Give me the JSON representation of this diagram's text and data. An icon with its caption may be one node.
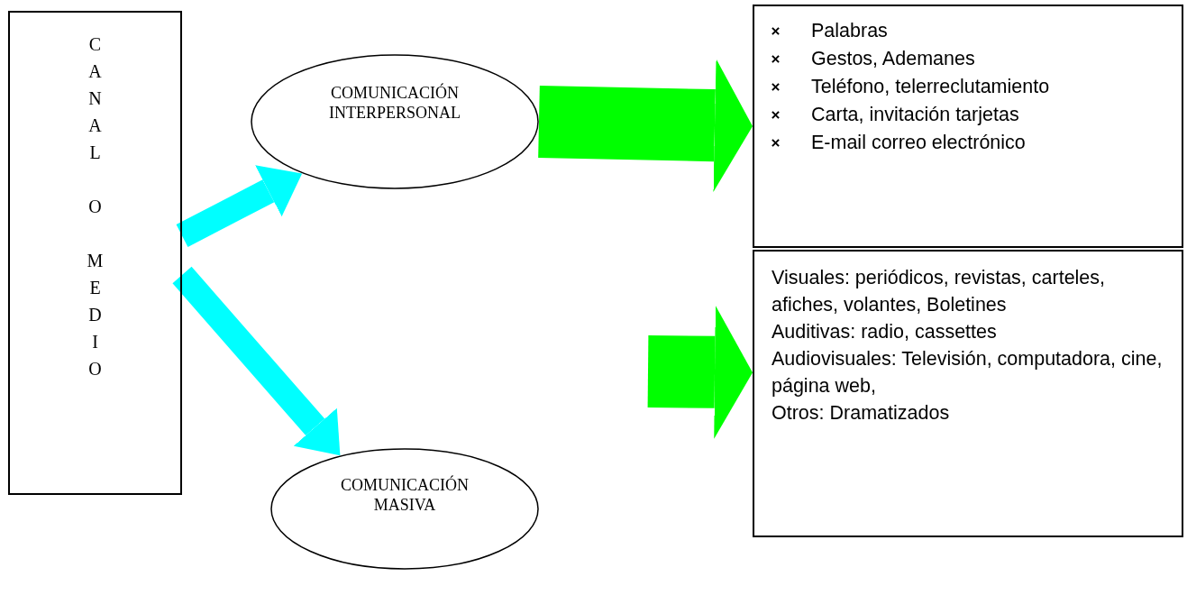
{
  "diagram": {
    "nodes": [
      {
        "text": [
          "CANAL O MEDIO"
        ]
      },
      {
        "text": [
          "COMUNICACIÓN INTERPERSONAL"
        ]
      },
      {
        "text": [
          "COMUNICACIÓN MASIVA"
        ]
      },
      {
        "text": [
          "Palabras",
          "Gestos, Ademanes",
          "Teléfono, telerreclutamiento",
          "Carta, invitación tarjetas",
          "E-mail correo electrónico"
        ]
      },
      {
        "text": [
          "Visuales: periódicos, revistas, carteles, afiches, volantes, Boletines",
          "Auditivas: radio, cassettes",
          "Audiovisuales: Televisión, computadora, cine, página web,",
          "Otros: Dramatizados"
        ]
      }
    ],
    "edges": [
      {
        "from": 0,
        "to": 1,
        "arrow": "to",
        "color": "#00ffff"
      },
      {
        "from": 1,
        "to": 3,
        "arrow": "to",
        "style": "thick",
        "color": "#00ff00"
      },
      {
        "from": 0,
        "to": 2,
        "arrow": "to",
        "color": "#00ffff"
      },
      {
        "from": null,
        "to": 4,
        "arrow": "to",
        "style": "thick",
        "color": "#00ff00"
      }
    ]
  }
}
